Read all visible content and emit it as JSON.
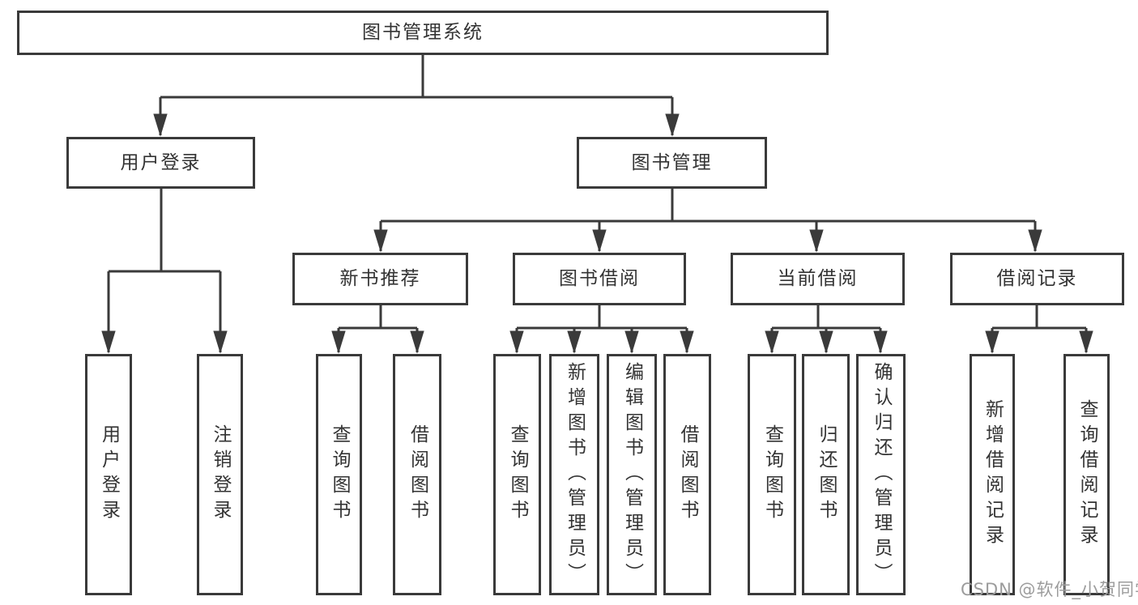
{
  "diagram": {
    "title": "图书管理系统",
    "watermark": "CSDN @软件_小贺同学",
    "colors": {
      "line": "#3a3a3a",
      "box_border": "#3a3a3a",
      "text": "#333333",
      "background": "#ffffff",
      "watermark": "#9c9c9c"
    },
    "nodes": [
      {
        "id": "root",
        "label": "图书管理系统",
        "level": 1,
        "parent": null
      },
      {
        "id": "user-login",
        "label": "用户登录",
        "level": 2,
        "parent": "root"
      },
      {
        "id": "book-management",
        "label": "图书管理",
        "level": 2,
        "parent": "root"
      },
      {
        "id": "new-book-recommend",
        "label": "新书推荐",
        "level": 3,
        "parent": "book-management"
      },
      {
        "id": "book-borrowing",
        "label": "图书借阅",
        "level": 3,
        "parent": "book-management"
      },
      {
        "id": "current-borrowing",
        "label": "当前借阅",
        "level": 3,
        "parent": "book-management"
      },
      {
        "id": "borrowing-records",
        "label": "借阅记录",
        "level": 3,
        "parent": "book-management"
      },
      {
        "id": "leaf-user-login",
        "label": "用户登录",
        "level": 4,
        "parent": "user-login"
      },
      {
        "id": "leaf-logout",
        "label": "注销登录",
        "level": 4,
        "parent": "user-login"
      },
      {
        "id": "leaf-query-books-1",
        "label": "查询图书",
        "level": 4,
        "parent": "new-book-recommend"
      },
      {
        "id": "leaf-borrow-books-1",
        "label": "借阅图书",
        "level": 4,
        "parent": "new-book-recommend"
      },
      {
        "id": "leaf-query-books-2",
        "label": "查询图书",
        "level": 4,
        "parent": "book-borrowing"
      },
      {
        "id": "leaf-add-books-admin",
        "label": "新增图书（管理员）",
        "level": 4,
        "parent": "book-borrowing"
      },
      {
        "id": "leaf-edit-books-admin",
        "label": "编辑图书（管理员）",
        "level": 4,
        "parent": "book-borrowing"
      },
      {
        "id": "leaf-borrow-books-2",
        "label": "借阅图书",
        "level": 4,
        "parent": "book-borrowing"
      },
      {
        "id": "leaf-query-books-3",
        "label": "查询图书",
        "level": 4,
        "parent": "current-borrowing"
      },
      {
        "id": "leaf-return-books",
        "label": "归还图书",
        "level": 4,
        "parent": "current-borrowing"
      },
      {
        "id": "leaf-confirm-return-admin",
        "label": "确认归还（管理员）",
        "level": 4,
        "parent": "current-borrowing"
      },
      {
        "id": "leaf-add-borrow-record",
        "label": "新增借阅记录",
        "level": 4,
        "parent": "borrowing-records"
      },
      {
        "id": "leaf-query-borrow-record",
        "label": "查询借阅记录",
        "level": 4,
        "parent": "borrowing-records"
      }
    ]
  }
}
